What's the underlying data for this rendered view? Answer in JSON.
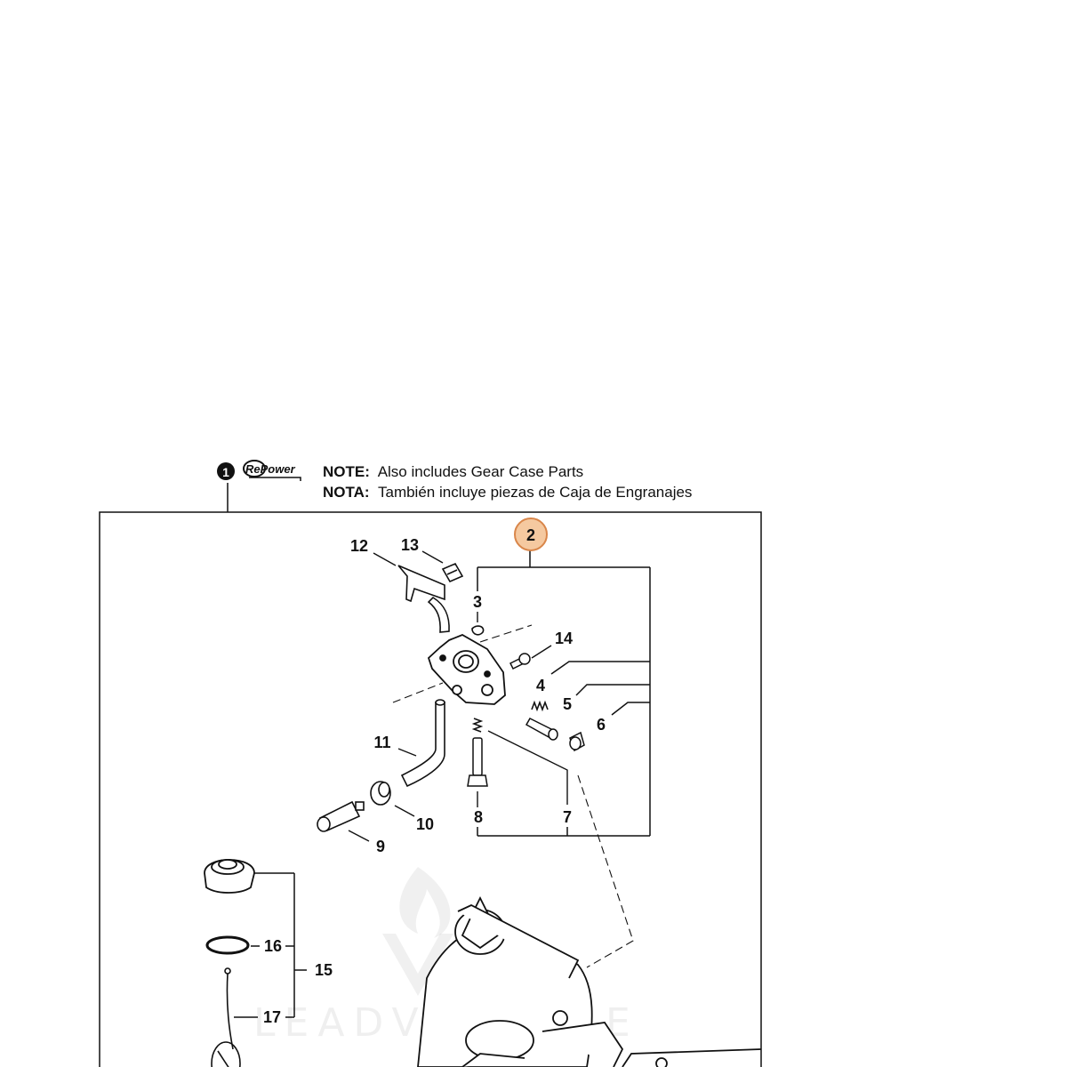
{
  "header": {
    "group_number": "1",
    "brand_logo_text": "RePower",
    "note_en_label": "NOTE:",
    "note_en_text": "Also includes Gear Case Parts",
    "note_es_label": "NOTA:",
    "note_es_text": "También incluye piezas de Caja de Engranajes"
  },
  "callouts": {
    "c2": "2",
    "c3": "3",
    "c4": "4",
    "c5": "5",
    "c6": "6",
    "c7": "7",
    "c8": "8",
    "c9": "9",
    "c10": "10",
    "c11": "11",
    "c12": "12",
    "c13": "13",
    "c14": "14",
    "c15": "15",
    "c16": "16",
    "c17": "17"
  },
  "watermark": {
    "text": "LEADVENTURE"
  },
  "colors": {
    "highlight_fill": "#f5c9a0",
    "highlight_stroke": "#d9864a",
    "line": "#111111"
  }
}
